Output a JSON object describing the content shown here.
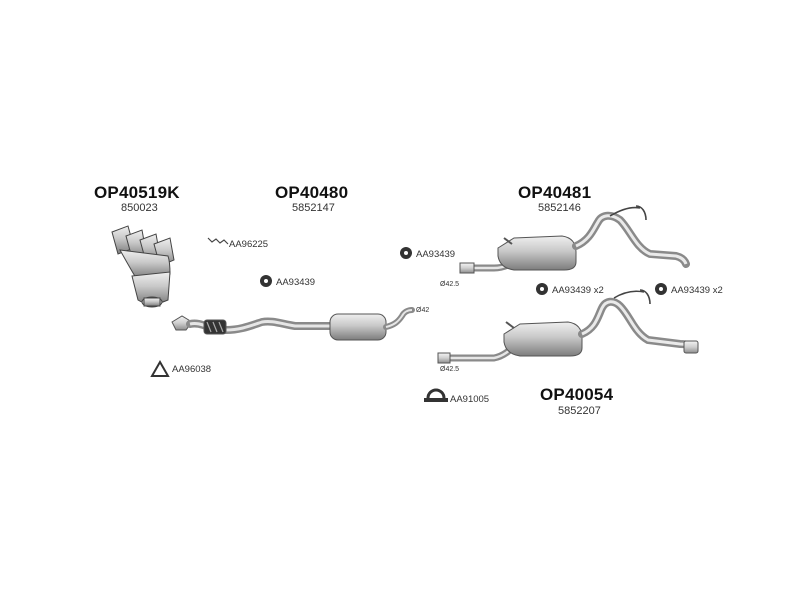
{
  "assemblies": [
    {
      "code": "OP40519K",
      "ref": "850023"
    },
    {
      "code": "OP40480",
      "ref": "5852147"
    },
    {
      "code": "OP40481",
      "ref": "5852146"
    },
    {
      "code": "OP40054",
      "ref": "5852207"
    }
  ],
  "fittings": {
    "clamp_small": "AA96225",
    "gasket_mid": "AA93439",
    "gasket_rear": "AA93439",
    "gasket_a": "AA93439 x2",
    "gasket_b": "AA93439 x2",
    "seal_ring": "AA96038",
    "clamp_ring": "AA91005"
  },
  "diameters": {
    "front_pipe": "Ø42",
    "rear_a": "Ø42.5",
    "rear_b": "Ø42.5"
  },
  "colors": {
    "line": "#555555",
    "fill": "#d4d4d4",
    "dark": "#222222"
  }
}
